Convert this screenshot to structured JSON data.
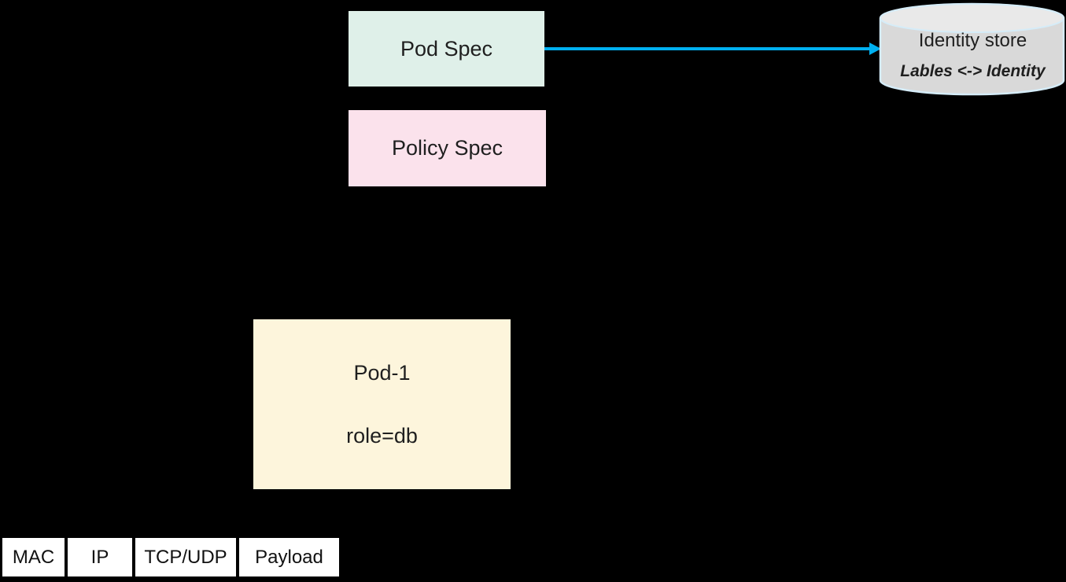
{
  "diagram": {
    "pod_spec": {
      "label": "Pod Spec"
    },
    "policy_spec": {
      "label": "Policy Spec"
    },
    "identity_store": {
      "title": "Identity store",
      "subtitle": "Lables <-> Identity"
    },
    "pod1": {
      "title": "Pod-1",
      "role": "role=db"
    },
    "packet": {
      "fields": [
        "MAC",
        "IP",
        "TCP/UDP",
        "Payload"
      ]
    },
    "colors": {
      "background": "#000000",
      "accent_arrow": "#00b0f0",
      "pod_spec_fill": "#dff0e9",
      "policy_spec_fill": "#fbe2ec",
      "pod1_fill": "#fdf5dc",
      "identity_store_fill": "#d9d9d9",
      "identity_store_stroke": "#d5ecf8",
      "packet_fill": "#ffffff"
    }
  }
}
